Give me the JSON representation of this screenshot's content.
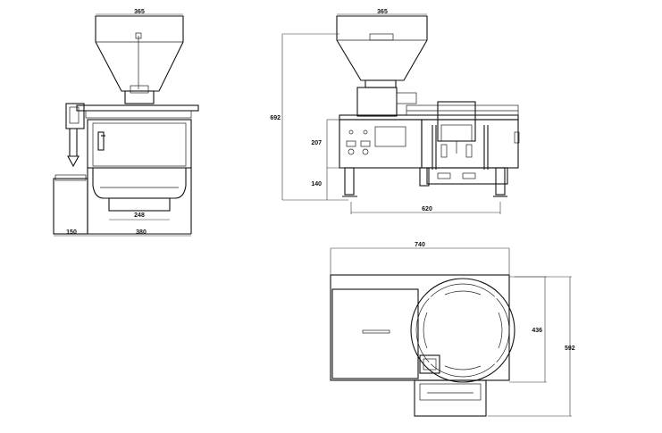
{
  "dimensions": {
    "side_view": {
      "hopper_width": "365",
      "base_width": "248",
      "body_width": "380",
      "tray_width": "150"
    },
    "front_view": {
      "hopper_width": "365",
      "total_height": "692",
      "body_height": "207",
      "leg_height": "140",
      "base_length": "620"
    },
    "top_view": {
      "total_width": "740",
      "disc_depth": "436",
      "total_depth": "592"
    }
  }
}
